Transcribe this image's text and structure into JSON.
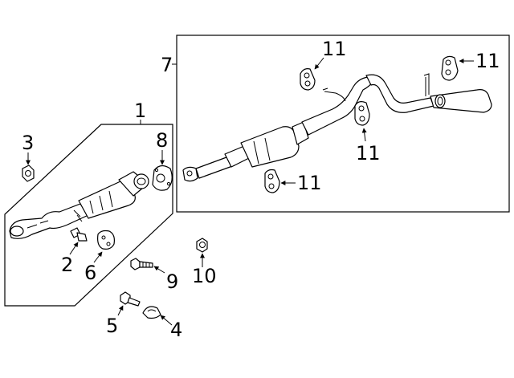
{
  "callouts": {
    "c1": "1",
    "c2": "2",
    "c3": "3",
    "c4": "4",
    "c5": "5",
    "c6": "6",
    "c7": "7",
    "c8": "8",
    "c9": "9",
    "c10": "10",
    "c11a": "11",
    "c11b": "11",
    "c11c": "11",
    "c11d": "11"
  }
}
